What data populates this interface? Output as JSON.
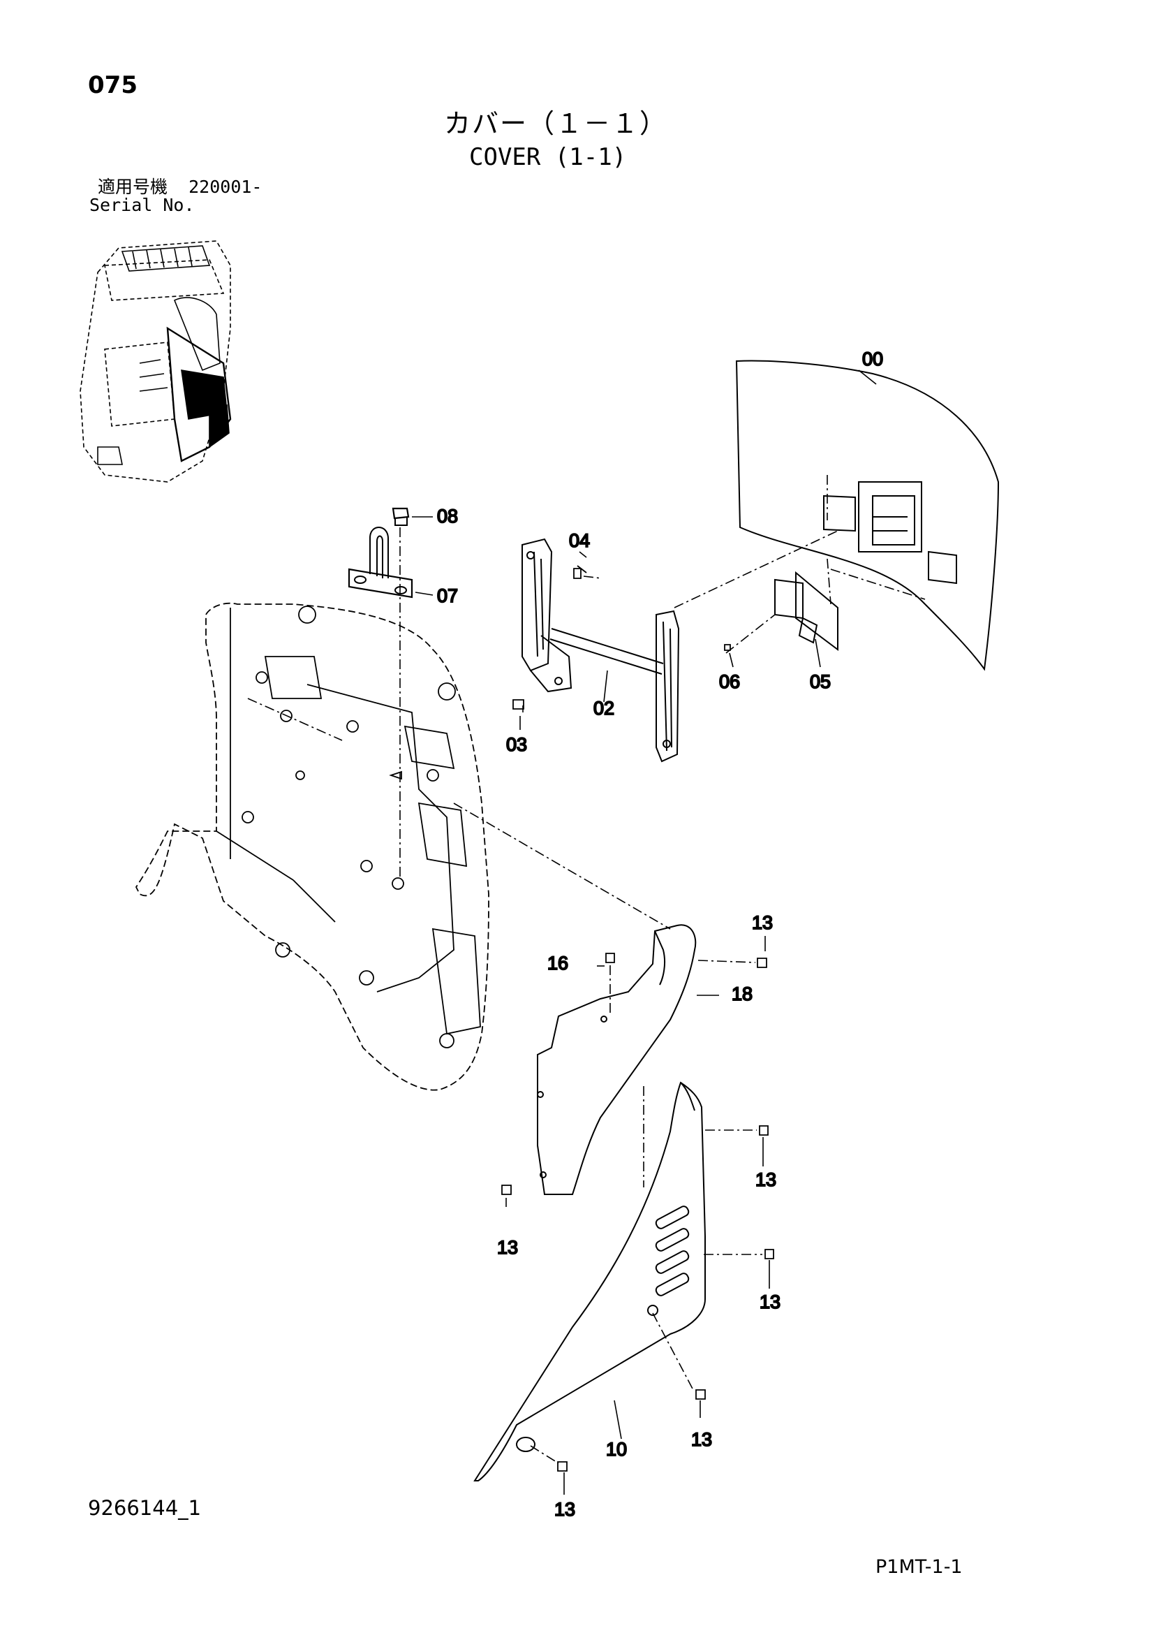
{
  "header": {
    "page_number": "075",
    "title_jp": "カバー（１－１）",
    "title_en": "COVER (1-1)",
    "serial_label_jp": "適用号機",
    "serial_range": "220001-",
    "serial_label_en": "Serial No."
  },
  "callouts": {
    "c00": "00",
    "c02": "02",
    "c03": "03",
    "c04": "04",
    "c05": "05",
    "c06": "06",
    "c07": "07",
    "c08": "08",
    "c10": "10",
    "c13a": "13",
    "c13b": "13",
    "c13c": "13",
    "c13d": "13",
    "c13e": "13",
    "c13f": "13",
    "c16": "16",
    "c18": "18"
  },
  "footer": {
    "doc_id": "9266144_1",
    "page_code": "P1MT-1-1"
  }
}
